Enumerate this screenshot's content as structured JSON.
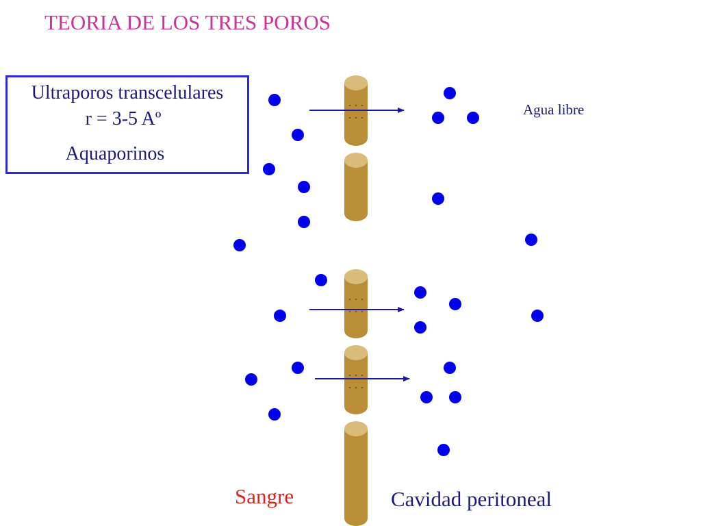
{
  "title": "TEORIA DE LOS TRES POROS",
  "infobox": {
    "line1": "Ultraporos transcelulares",
    "line2": "r = 3-5 Aº",
    "line3": "Aquaporinos"
  },
  "labels": {
    "agua_libre": "Agua libre",
    "sangre": "Sangre",
    "cavidad": "Cavidad peritoneal"
  },
  "colors": {
    "title": "#cc3399",
    "body_text": "#1a1a7a",
    "box_border": "#2a2ae0",
    "sangre": "#e2231a",
    "molecule": "#0000ee",
    "cylinder_body": "#b98e36",
    "cylinder_top": "#d9bc7a",
    "arrow": "#1a1aa8"
  },
  "icons": {
    "molecule": "water-molecule-dot",
    "membrane_segment": "cylinder",
    "flow": "arrow-right"
  }
}
